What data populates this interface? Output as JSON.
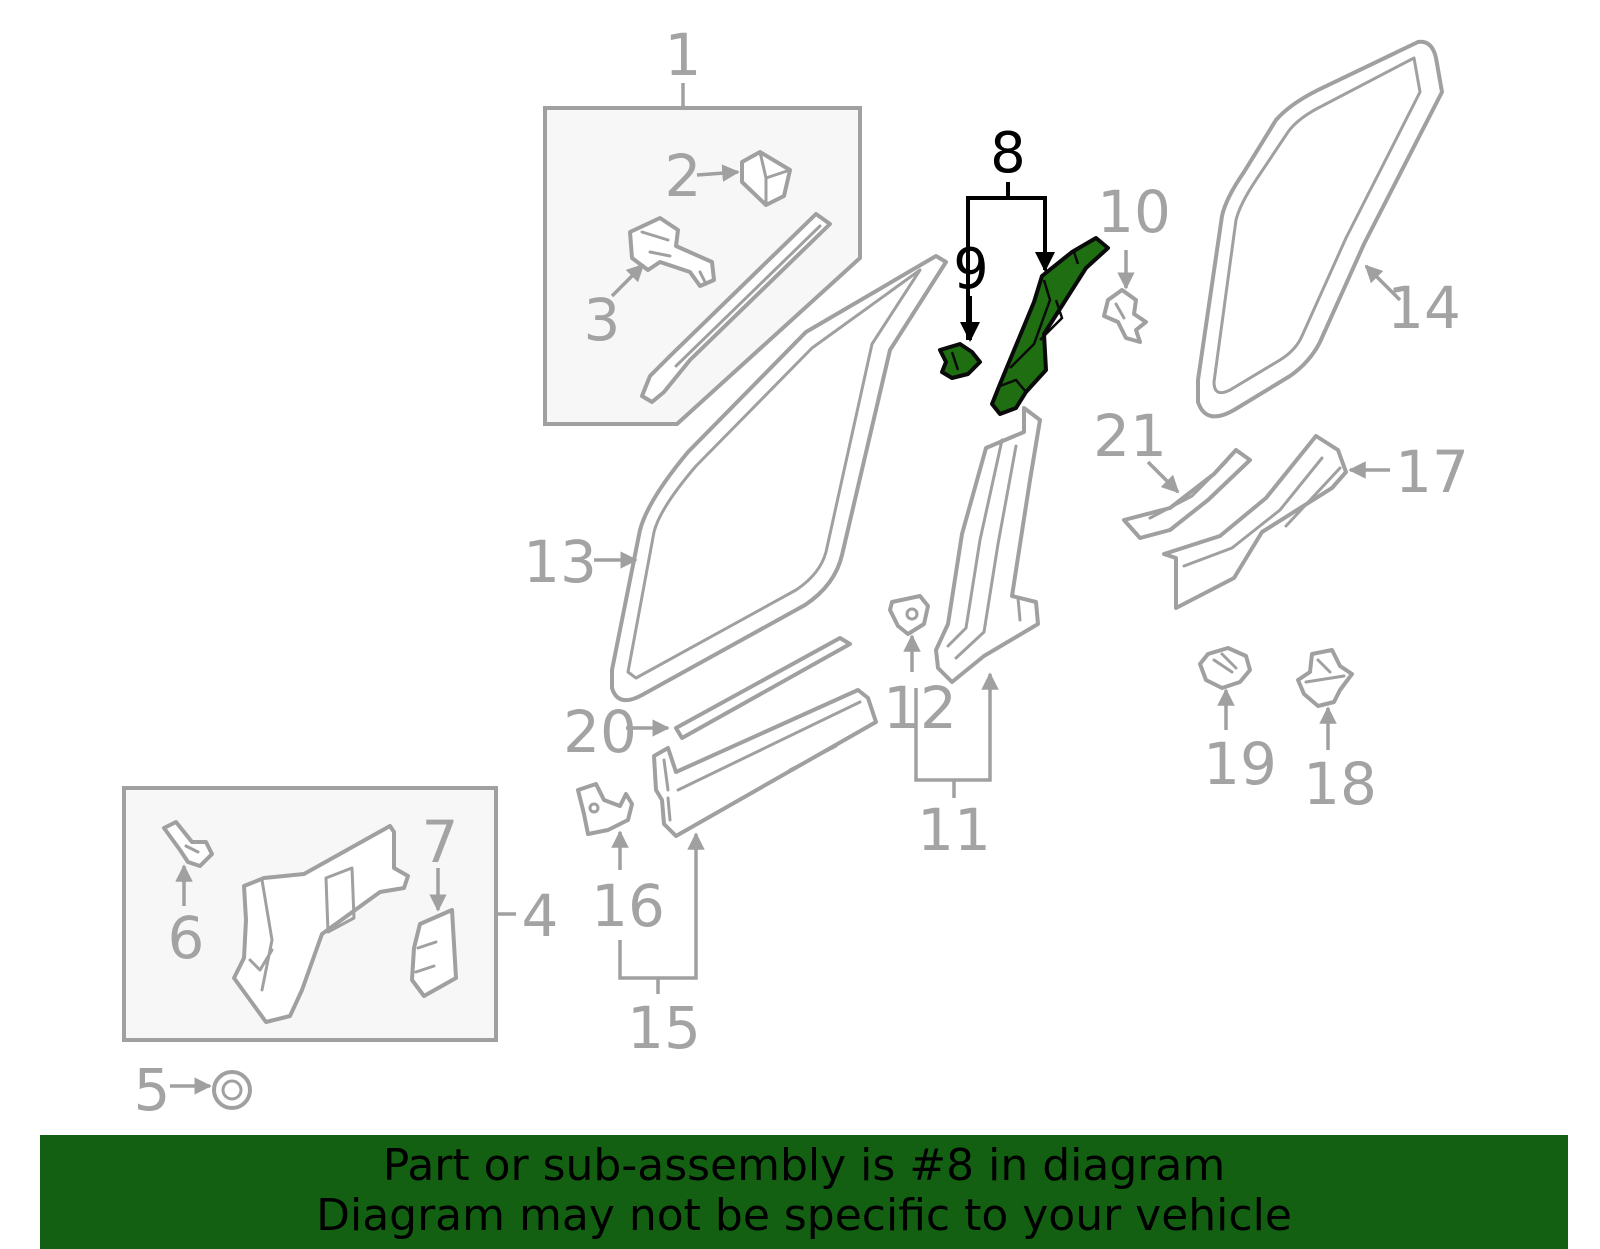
{
  "callouts": {
    "c1": "1",
    "c2": "2",
    "c3": "3",
    "c4": "4",
    "c5": "5",
    "c6": "6",
    "c7": "7",
    "c8": "8",
    "c9": "9",
    "c10": "10",
    "c11": "11",
    "c12": "12",
    "c13": "13",
    "c14": "14",
    "c15": "15",
    "c16": "16",
    "c17": "17",
    "c18": "18",
    "c19": "19",
    "c20": "20",
    "c21": "21"
  },
  "highlighted_part": "8",
  "colors": {
    "highlight": "#1f6e12",
    "banner": "#146012",
    "parts": "#a0a0a0",
    "labels": "#a3a3a3"
  },
  "banner": {
    "line1": "Part or sub-assembly is #8 in diagram",
    "line2": "Diagram may not be specific to your vehicle"
  }
}
